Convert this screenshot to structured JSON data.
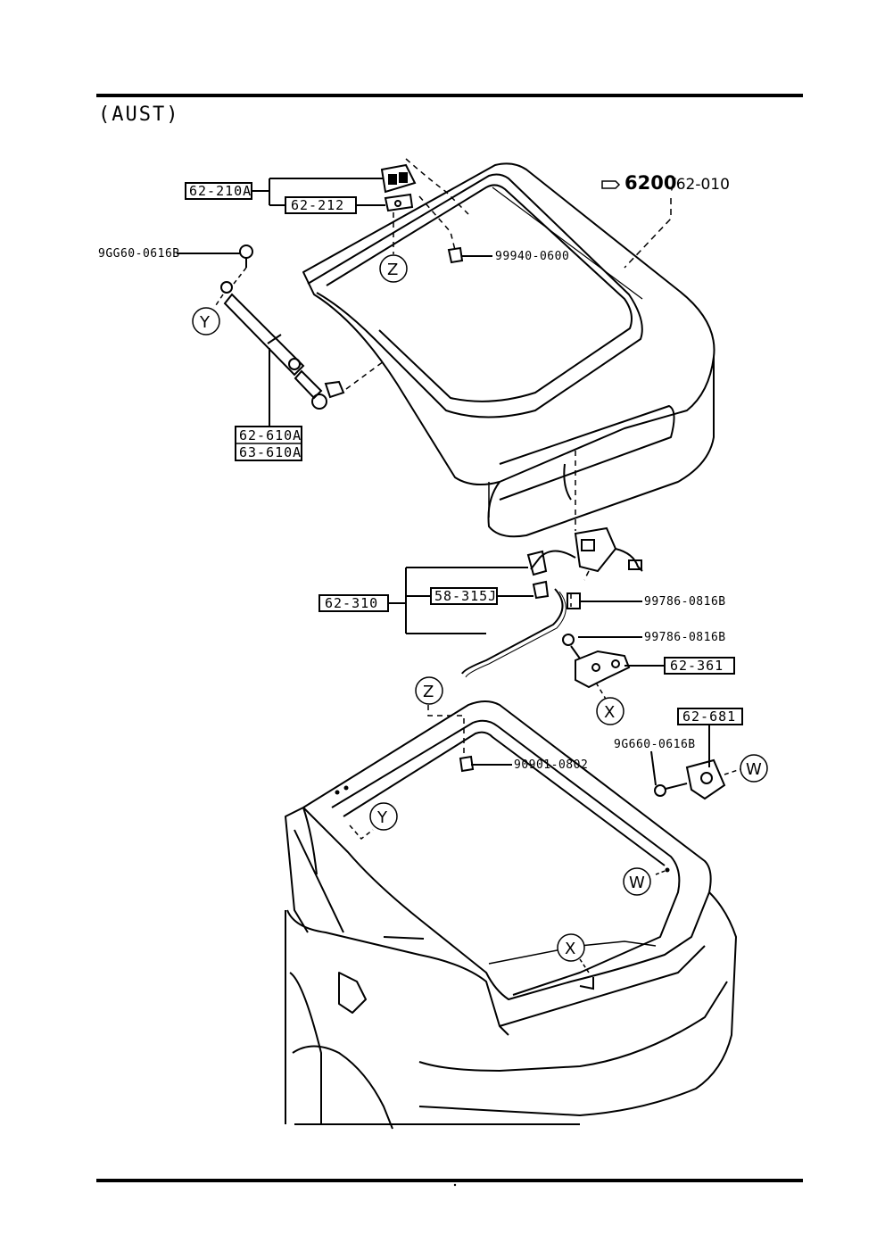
{
  "header": {
    "region": "(AUST)"
  },
  "reference": {
    "main": "6200",
    "sub": "/62-010"
  },
  "labels": {
    "p62_210A": "62-210A",
    "p62_212": "62-212",
    "p9GG60": "9GG60-0616B",
    "p99940": "99940-0600",
    "p62_610A": "62-610A",
    "p63_610A": "63-610A",
    "p62_310": "62-310",
    "p58_315J": "58-315J",
    "p99786_a": "99786-0816B",
    "p99786_b": "99786-0816B",
    "p62_361": "62-361",
    "p62_681": "62-681",
    "p9G660": "9G660-0616B",
    "p90901": "90901-0802"
  },
  "callouts": {
    "Z": "Z",
    "Y": "Y",
    "X": "X",
    "W": "W"
  }
}
